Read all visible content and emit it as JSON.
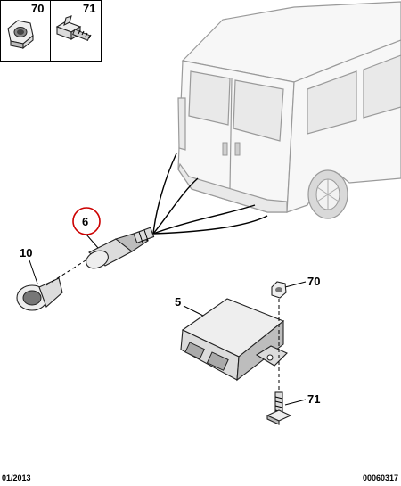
{
  "inset_box": {
    "labels": [
      "70",
      "71"
    ]
  },
  "parts": {
    "sensor": "6",
    "sensor_ring": "10",
    "ecu": "5",
    "nut": "70",
    "screw": "71"
  },
  "highlight_color": "#cc0000",
  "footer": {
    "date": "01/2013",
    "reference": "00060317"
  }
}
